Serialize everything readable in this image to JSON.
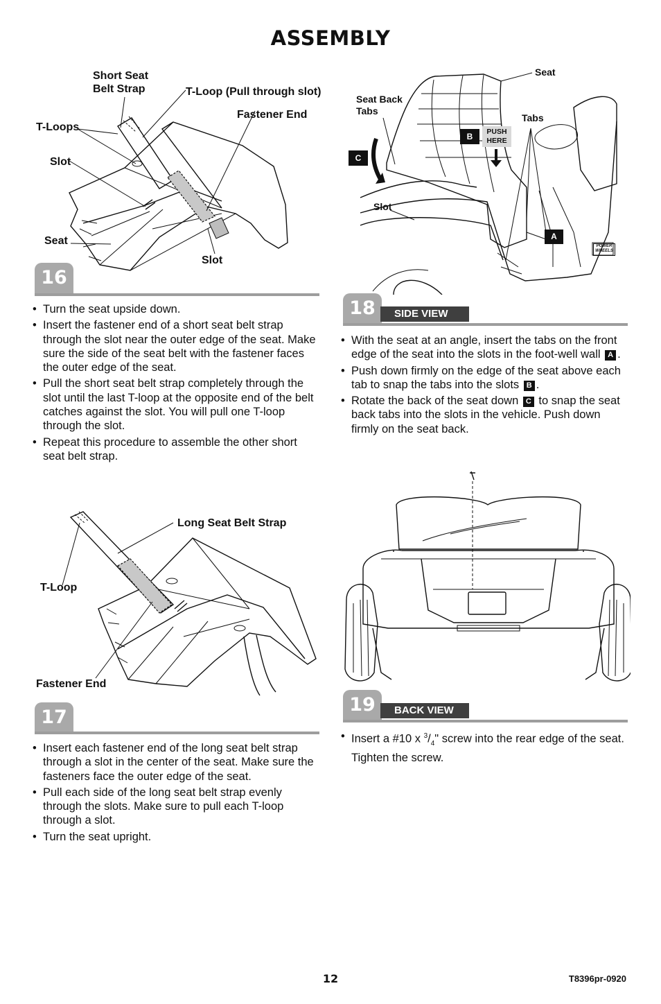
{
  "page": {
    "title": "ASSEMBLY",
    "page_number": "12",
    "doc_code": "T8396pr-0920"
  },
  "step16": {
    "number": "16",
    "labels": {
      "short_strap": "Short Seat\nBelt Strap",
      "tloop_pull": "T-Loop (Pull through slot)",
      "fastener_end": "Fastener End",
      "tloops": "T-Loops",
      "slot_a": "Slot",
      "seat": "Seat",
      "slot_b": "Slot"
    },
    "bullets": [
      "Turn the seat upside down.",
      "Insert the fastener end of a short seat belt strap through the slot near the outer edge of the seat. Make sure the side of the seat belt with the fastener faces the outer edge of the seat.",
      "Pull the short seat belt strap completely through the slot until the last T-loop at the opposite end of the belt catches against the slot. You will pull one T-loop through the slot.",
      "Repeat this procedure to assemble the other short seat belt strap."
    ]
  },
  "step17": {
    "number": "17",
    "labels": {
      "long_strap": "Long Seat Belt Strap",
      "tloop": "T-Loop",
      "fastener_end": "Fastener End"
    },
    "bullets": [
      "Insert each fastener end of the long seat belt strap through a slot in the center of the seat. Make sure the fasteners face the outer edge of the seat.",
      "Pull each side of the long seat belt strap evenly through the slots. Make sure to pull each T-loop through a slot.",
      "Turn the seat upright."
    ]
  },
  "step18": {
    "number": "18",
    "view": "SIDE VIEW",
    "labels": {
      "seat": "Seat",
      "seat_back_tabs": "Seat Back\nTabs",
      "tabs": "Tabs",
      "push_here": "PUSH\nHERE",
      "slot": "Slot",
      "marker_a": "A",
      "marker_b": "B",
      "marker_c": "C",
      "logo": "POWER\nWHEELS"
    },
    "bullets": {
      "b1_pre": "With the seat at an angle, insert the tabs on the front edge of the seat into the slots in the foot-well wall",
      "b1_key": "A",
      "b1_post": ".",
      "b2_pre": "Push down firmly on the edge of the seat above each tab to snap the tabs into the   slots",
      "b2_key": "B",
      "b2_post": ".",
      "b3_pre": "Rotate the back of the seat down",
      "b3_key": "C",
      "b3_post": "to snap the seat back tabs into the slots in the vehicle. Push down firmly on the seat back."
    }
  },
  "step19": {
    "number": "19",
    "view": "BACK VIEW",
    "bullet": {
      "pre": "Insert a #10 x ",
      "num": "3",
      "frac_sep": "/",
      "den": "4",
      "post": "\" screw into the rear edge of the seat. Tighten the screw."
    }
  },
  "colors": {
    "tab_gray": "#a9a9a9",
    "rule_gray": "#9d9d9d",
    "view_bar": "#3f3f3f",
    "strap_gray": "#c8c8c8"
  }
}
